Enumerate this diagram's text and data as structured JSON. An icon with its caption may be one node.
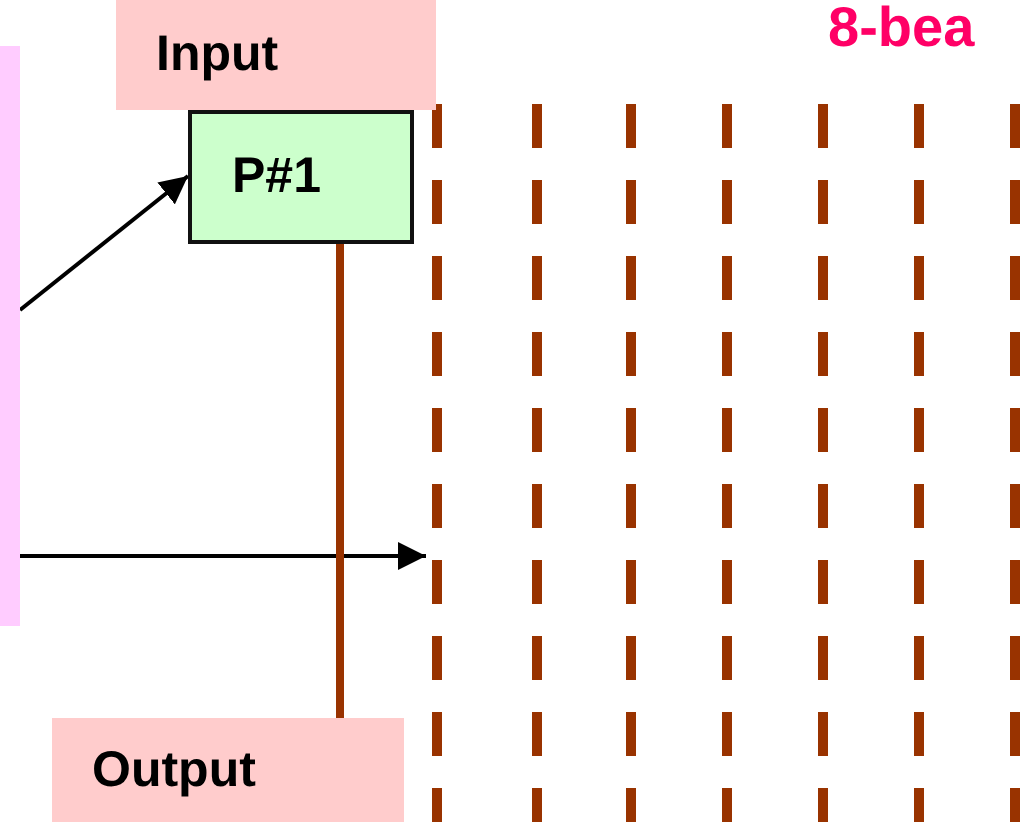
{
  "diagram": {
    "title": "8-bea",
    "nodes": [
      {
        "text": [],
        "shape": "box"
      },
      {
        "text": [
          "Input"
        ]
      },
      {
        "text": [
          "P#1"
        ]
      },
      {
        "text": [
          "Output"
        ]
      },
      {
        "text": [],
        "shape": "bar"
      }
    ],
    "edges": [
      {
        "from": 0,
        "to": 2,
        "arrow": "to"
      },
      {
        "from": 0,
        "to": 4,
        "arrow": "to"
      },
      {
        "from": 2,
        "to": 3,
        "arrow": "none",
        "style": "thick",
        "color": "#993300"
      }
    ]
  }
}
